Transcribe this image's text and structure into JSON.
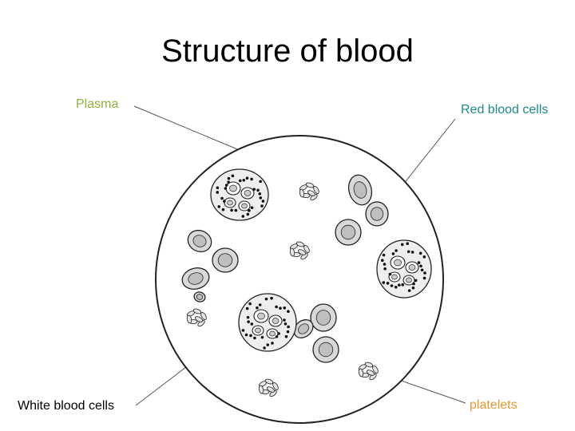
{
  "title": "Structure of blood",
  "labels": {
    "plasma": {
      "text": "Plasma",
      "color": "#8db23a"
    },
    "red_blood_cells": {
      "text": "Red blood cells",
      "color": "#1f8a8a"
    },
    "white_blood_cells": {
      "text": "White blood cells",
      "color": "#000000"
    },
    "platelets": {
      "text": "platelets",
      "color": "#e8962e"
    }
  },
  "colors": {
    "outline": "#222222",
    "cell_fill": "#d9d9d9",
    "cell_center": "#bfbfbf",
    "wbc_fill": "#eeeeee",
    "platelet_fill": "#e6e6e6"
  }
}
